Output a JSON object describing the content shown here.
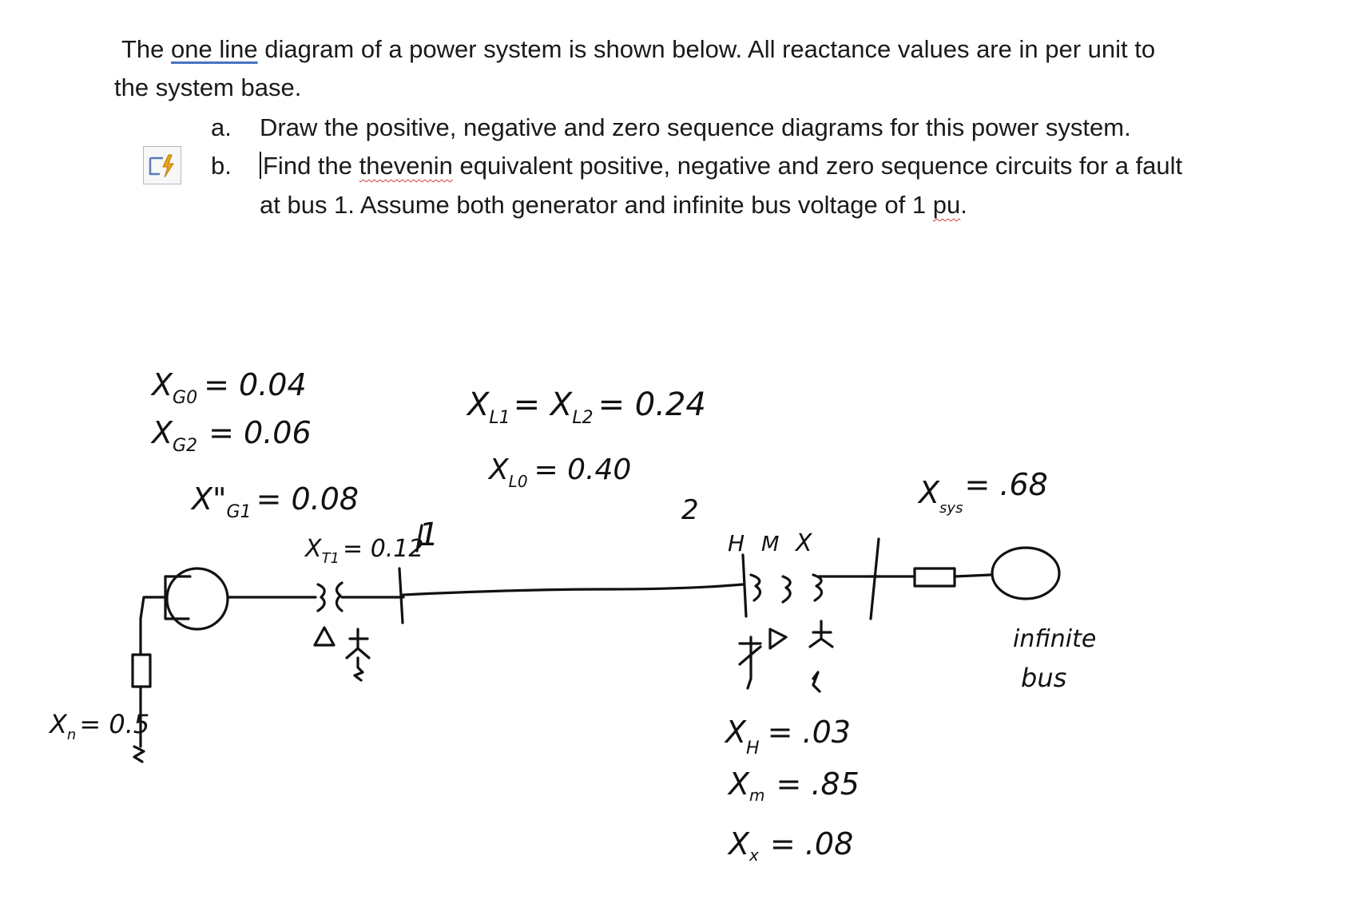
{
  "problem": {
    "intro_line1_pre": "The ",
    "intro_link": "one line",
    "intro_line1_post": " diagram of a power system is shown below.  All reactance values are in per unit to",
    "intro_line2": "the system base.",
    "item_a_marker": "a.",
    "item_a_text": "Draw the positive, negative and zero sequence diagrams for this power system.",
    "item_b_marker": "b.",
    "item_b_pre": "Find the ",
    "item_b_spell": "thevenin",
    "item_b_post": " equivalent positive, negative and zero sequence circuits for a fault",
    "item_b_line2_pre": "at bus 1.  Assume both generator and infinite bus voltage of 1 ",
    "item_b_line2_spell": "pu",
    "item_b_line2_post": "."
  },
  "toolbar": {
    "autocorrect_icon": "autocorrect-lightning-icon",
    "icon_color": "#e8a317"
  },
  "diagram": {
    "generator_labels": {
      "x0": "X",
      "x0_sub": "G0",
      "x0_val": "= 0.04",
      "x2": "X",
      "x2_sub": "G2",
      "x2_val": "= 0.06",
      "x1": "X\"",
      "x1_sub": "G1",
      "x1_val": "= 0.08"
    },
    "transformer1_label": {
      "sym": "X",
      "sub": "T1",
      "val": "= 0.12"
    },
    "bus1_label": "1",
    "bus2_label": "2",
    "line_labels": {
      "l12": "X",
      "l12_sub": "L1",
      "l12_mid": "= X",
      "l12_sub2": "L2",
      "l12_val": "= 0.24",
      "l0": "X",
      "l0_sub": "L0",
      "l0_val": "= 0.40"
    },
    "neutral_label": {
      "sym": "X",
      "sub": "n",
      "val": "= 0.5"
    },
    "transformer1_connections": {
      "primary": "Δ",
      "secondary": "Y"
    },
    "three_winding_labels": {
      "h": "H",
      "m": "M",
      "x": "X"
    },
    "three_winding_connections": {
      "h": "Y",
      "m": "Δ",
      "x": "Y"
    },
    "three_winding_values": {
      "xh": "X",
      "xh_sub": "H",
      "xh_val": "= .03",
      "xm": "X",
      "xm_sub": "m",
      "xm_val": "= .85",
      "xx": "X",
      "xx_sub": "x",
      "xx_val": "= .08"
    },
    "system_label": {
      "sym": "X",
      "sub": "sys",
      "val": "= .68"
    },
    "infinite_bus_line1": "infinite",
    "infinite_bus_line2": "bus"
  }
}
